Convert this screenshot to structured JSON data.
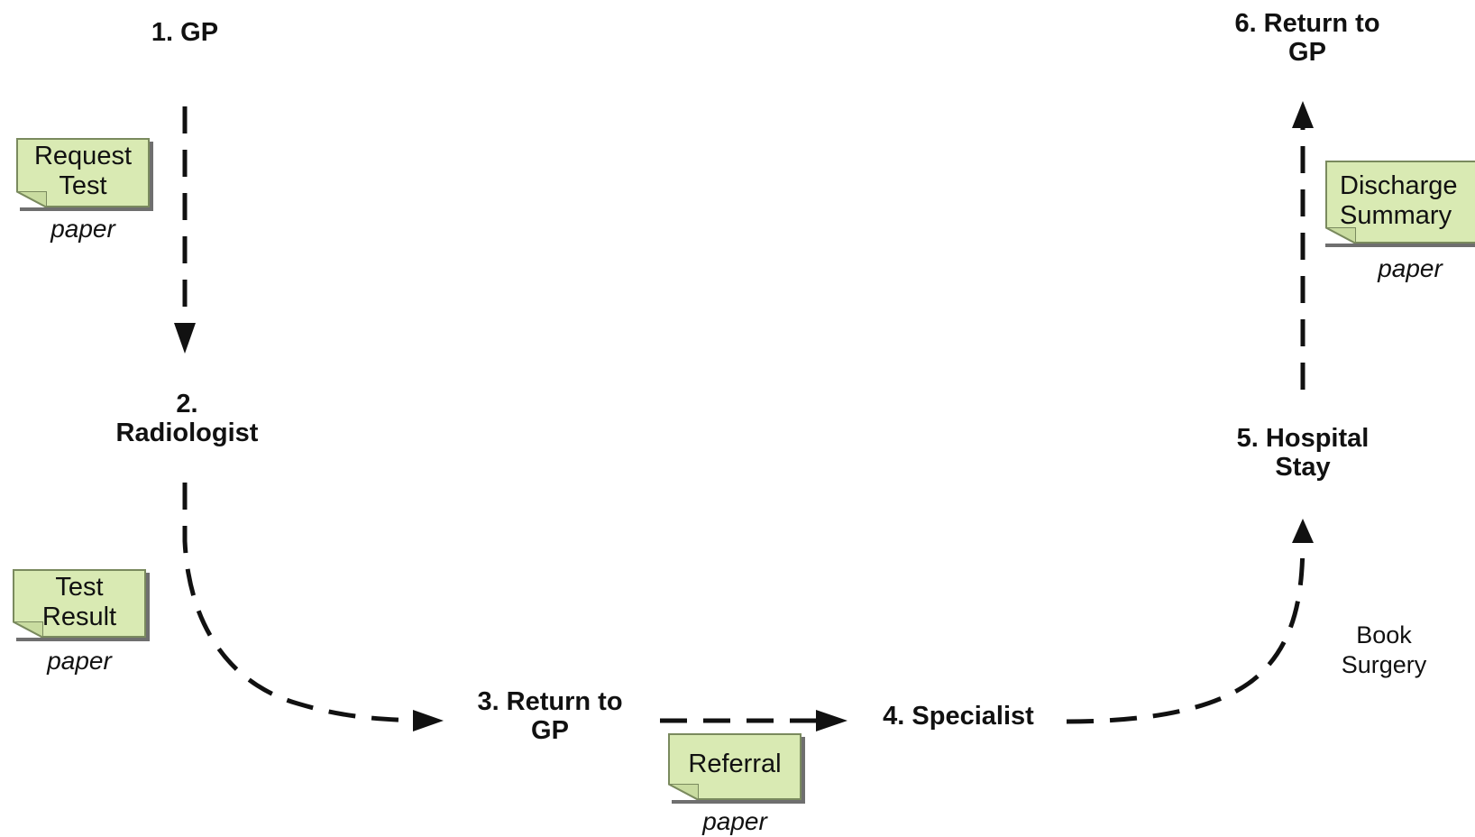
{
  "nodes": {
    "gp": "1. GP",
    "radiologist_line1": "2.",
    "radiologist_line2": "Radiologist",
    "return_gp_1_line1": "3. Return to",
    "return_gp_1_line2": "GP",
    "specialist": "4. Specialist",
    "hospital_line1": "5. Hospital",
    "hospital_line2": "Stay",
    "return_gp_2_line1": "6. Return to",
    "return_gp_2_line2": "GP"
  },
  "documents": {
    "request_test": {
      "line1": "Request",
      "line2": "Test",
      "medium": "paper"
    },
    "test_result": {
      "line1": "Test",
      "line2": "Result",
      "medium": "paper"
    },
    "referral": {
      "line1": "Referral",
      "medium": "paper"
    },
    "discharge_summary": {
      "line1": "Discharge",
      "line2": "Summary",
      "medium": "paper"
    }
  },
  "annotations": {
    "book_surgery_line1": "Book",
    "book_surgery_line2": "Surgery"
  },
  "colors": {
    "document_fill": "#d9eab3",
    "document_border": "#7a8a5e",
    "arrow": "#111111"
  }
}
